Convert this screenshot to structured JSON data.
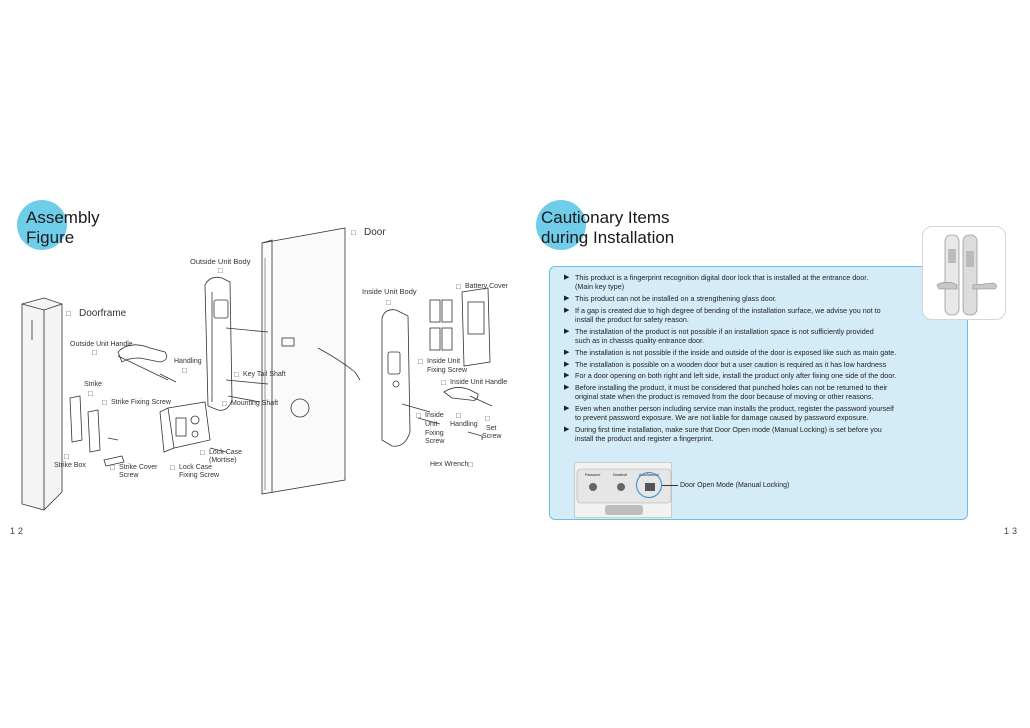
{
  "left_page": {
    "title_line1": "Assembly",
    "title_line2": "Figure",
    "page_number": "12",
    "labels": {
      "door": "Door",
      "outside_unit_body": "Outside Unit Body",
      "inside_unit_body": "Inside Unit Body",
      "battery_cover": "Battery Cover",
      "doorframe": "Doorframe",
      "outside_unit_handle": "Outside Unit Handle",
      "handling_left": "Handling",
      "key_tail_shaft": "Key Tail Shaft",
      "inside_unit_fixing_screw_1": "Inside Unit",
      "inside_unit_fixing_screw_2": "Fixing Screw",
      "inside_unit_handle": "Inside Unit Handle",
      "strike": "Strike",
      "strike_fixing_screw": "Strike Fixing Screw",
      "mounting_shaft": "Mounting Shaft",
      "inside_unit_fixing_1": "Inside",
      "inside_unit_fixing_2": "Unit",
      "inside_unit_fixing_3": "Fixing",
      "inside_unit_fixing_4": "Screw",
      "handling_right": "Handling",
      "set_screw_1": "Set",
      "set_screw_2": "Screw",
      "lock_case_1": "Lock Case",
      "lock_case_2": "(Mortise)",
      "strike_box": "Strike Box",
      "strike_cover_screw_1": "Strike Cover",
      "strike_cover_screw_2": "Screw",
      "lock_case_fixing_screw_1": "Lock Case",
      "lock_case_fixing_screw_2": "Fixing Screw",
      "hex_wrench": "Hex Wrench"
    }
  },
  "right_page": {
    "title_line1": "Cautionary Items",
    "title_line2": "during Installation",
    "page_number": "13",
    "items": [
      {
        "line1": "This product is a fingerprint recognition digital door lock that is installed at the entrance door.",
        "line2": "(Main key type)"
      },
      {
        "line1": "This product can not be installed on a strengthening glass door.",
        "line2": ""
      },
      {
        "line1": "If a gap is created due to high degree of bending of the installation surface, we advise you not to",
        "line2": "install the product for safety reason."
      },
      {
        "line1": "The installation of the product is not possible if an installation space is not sufficiently provided",
        "line2": "such as in chassis quality entrance door."
      },
      {
        "line1": "The installation is not possible if the inside and outside of the door is exposed like such as main gate.",
        "line2": ""
      },
      {
        "line1": "The installation is possible on a wooden door but a user caution is required as it has low hardness",
        "line2": ""
      },
      {
        "line1": "For a door opening on both right and left side, install the product only after fixing one side of the door.",
        "line2": ""
      },
      {
        "line1": "Before installing the product, it must be considered that punched holes can not be returned to their",
        "line2": "original state when the product is removed from the door because of moving or other reasons."
      },
      {
        "line1": "Even when another person including service man installs the product, register the password yourself",
        "line2": "to prevent password exposure. We are not liable for damage caused by password exposure."
      },
      {
        "line1": "During first time installation, make sure that Door Open mode (Manual Locking) is set before you",
        "line2": "install the product and register a fingerprint."
      }
    ],
    "bullet": "▶",
    "door_open_mode_label": "Door Open Mode (Manual Locking)",
    "panel_labels": {
      "password": "Password",
      "deadbolt": "Deadbolt",
      "auto_manual": "Auto/Manual"
    }
  },
  "colors": {
    "accent_circle": "#6fcdea",
    "caution_box_fill": "#d3ecf8",
    "caution_box_border": "#67bfe3"
  }
}
